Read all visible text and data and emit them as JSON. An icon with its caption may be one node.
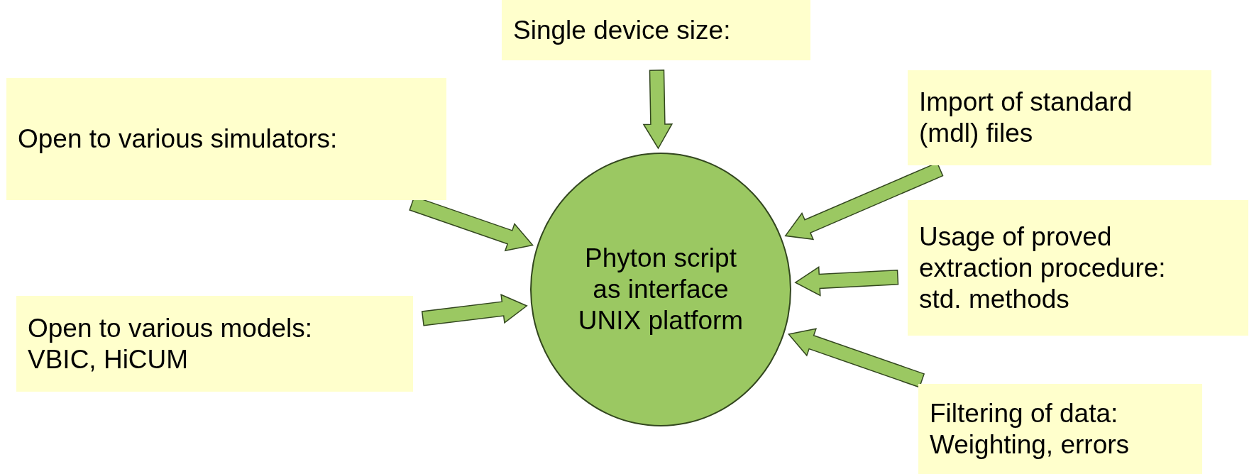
{
  "diagram": {
    "nodes": [
      {
        "text": [
          "Single device size:"
        ]
      },
      {
        "text": [
          "Open to various simulators:"
        ]
      },
      {
        "text": [
          "Import of standard (mdl) files"
        ]
      },
      {
        "text": [
          "Phyton script",
          "as interface",
          "UNIX platform"
        ]
      },
      {
        "text": [
          "Usage of proved extraction procedure:",
          "std. methods"
        ]
      },
      {
        "text": [
          "Open to various models:",
          "VBIC, HiCUM"
        ]
      },
      {
        "text": [
          "Filtering of data:",
          "Weighting, errors"
        ]
      }
    ],
    "edges": [
      {
        "from": 0,
        "to": 3,
        "arrow": "to"
      },
      {
        "from": 1,
        "to": 3,
        "arrow": "to"
      },
      {
        "from": 2,
        "to": 3,
        "arrow": "to"
      },
      {
        "from": 4,
        "to": 3,
        "arrow": "to"
      },
      {
        "from": 5,
        "to": 3,
        "arrow": "to"
      },
      {
        "from": 6,
        "to": 3,
        "arrow": "to"
      }
    ]
  }
}
